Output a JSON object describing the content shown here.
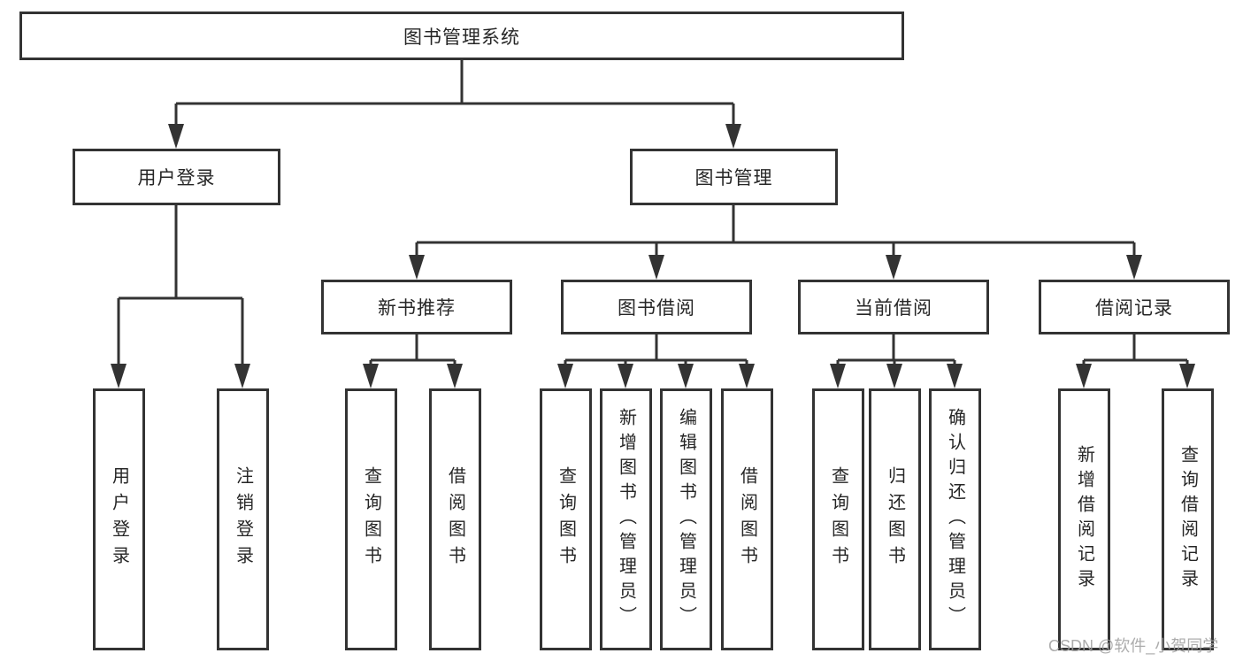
{
  "diagram_type": "tree",
  "colors": {
    "line": "#333333",
    "box_border": "#333333",
    "box_fill": "#ffffff",
    "text": "#262626",
    "watermark": "#9e9e9e"
  },
  "tree": {
    "root": "图书管理系统",
    "children": [
      {
        "label": "用户登录",
        "children": [
          {
            "label": "用户登录"
          },
          {
            "label": "注销登录"
          }
        ]
      },
      {
        "label": "图书管理",
        "children": [
          {
            "label": "新书推荐",
            "children": [
              {
                "label": "查询图书"
              },
              {
                "label": "借阅图书"
              }
            ]
          },
          {
            "label": "图书借阅",
            "children": [
              {
                "label": "查询图书"
              },
              {
                "label": "新增图书（管理员）"
              },
              {
                "label": "编辑图书（管理员）"
              },
              {
                "label": "借阅图书"
              }
            ]
          },
          {
            "label": "当前借阅",
            "children": [
              {
                "label": "查询图书"
              },
              {
                "label": "归还图书"
              },
              {
                "label": "确认归还（管理员）"
              }
            ]
          },
          {
            "label": "借阅记录",
            "children": [
              {
                "label": "新增借阅记录"
              },
              {
                "label": "查询借阅记录"
              }
            ]
          }
        ]
      }
    ]
  },
  "watermark": "CSDN @软件_小贺同学"
}
